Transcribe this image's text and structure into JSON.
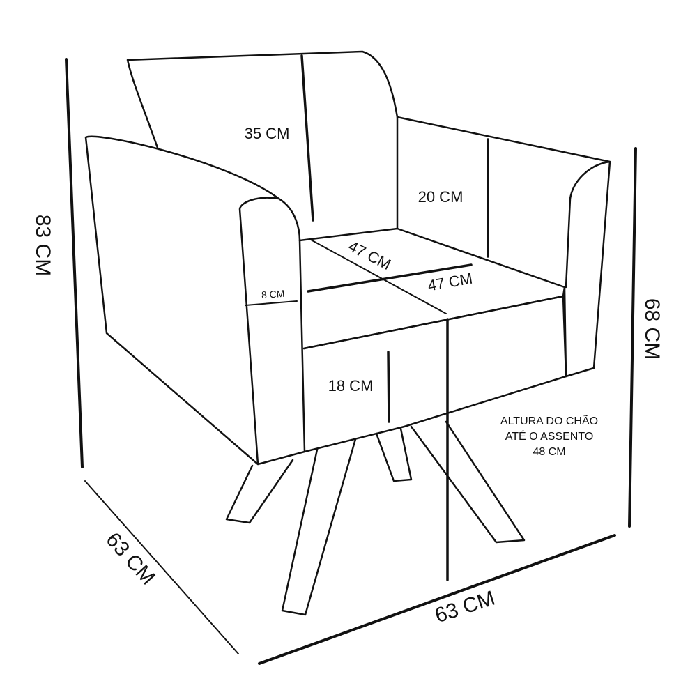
{
  "dimensions": {
    "total_height": "83 CM",
    "arm_height": "68 CM",
    "depth": "63 CM",
    "width": "63 CM",
    "backrest_height": "35 CM",
    "arm_above_seat": "20 CM",
    "seat_width": "47 CM",
    "seat_depth": "47 CM",
    "cushion_thickness": "8 CM",
    "base_height": "18 CM",
    "floor_to_seat_line1": "ALTURA DO CHÃO",
    "floor_to_seat_line2": "ATÉ O ASSENTO",
    "floor_to_seat_value": "48 CM"
  }
}
